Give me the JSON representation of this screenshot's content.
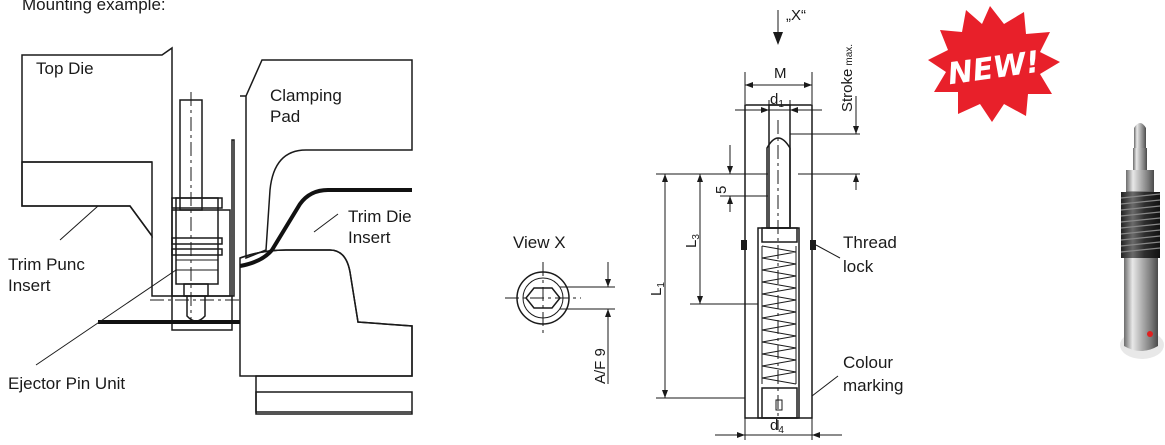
{
  "mounting": {
    "title": "Mounting example:",
    "labels": {
      "top_die": "Top Die",
      "clamping_pad_1": "Clamping",
      "clamping_pad_2": "Pad",
      "trim_die_1": "Trim Die",
      "trim_die_2": "Insert",
      "trim_punch_1": "Trim Punc",
      "trim_punch_2": "Insert",
      "ejector": "Ejector Pin Unit"
    }
  },
  "view_x": {
    "title": "View X",
    "af": "A/F 9"
  },
  "section": {
    "x_marker": "„X“",
    "M": "M",
    "d1": "d",
    "d1_sub": "1",
    "stroke": "Stroke",
    "stroke_sub": "max.",
    "five": "5",
    "L3": "L",
    "L3_sub": "3",
    "L1": "L",
    "L1_sub": "1",
    "thread_lock_1": "Thread",
    "thread_lock_2": "lock",
    "colour_marking_1": "Colour",
    "colour_marking_2": "marking",
    "d4": "d",
    "d4_sub": "4"
  },
  "badge": {
    "text": "NEW!",
    "color": "#e8202a"
  },
  "product": {
    "marking_color": "#e02020"
  }
}
